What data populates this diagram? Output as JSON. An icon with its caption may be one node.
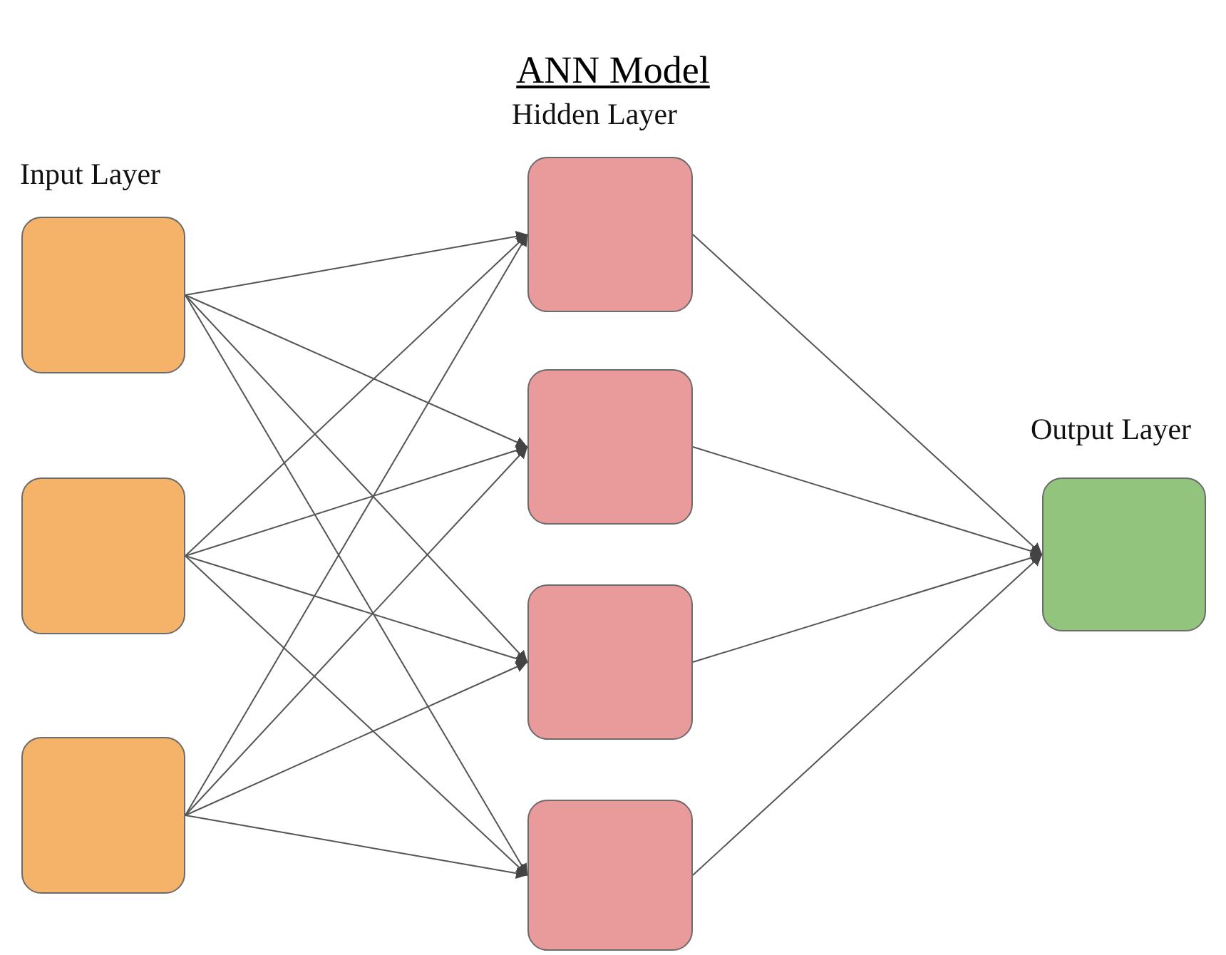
{
  "diagram": {
    "title": "ANN Model",
    "nodes": [
      {
        "text": [],
        "shape": "box"
      },
      {
        "text": [],
        "shape": "box"
      },
      {
        "text": [],
        "shape": "box"
      },
      {
        "text": [],
        "shape": "box"
      },
      {
        "text": [],
        "shape": "box"
      },
      {
        "text": [],
        "shape": "box"
      },
      {
        "text": [],
        "shape": "box"
      },
      {
        "text": [],
        "shape": "box"
      }
    ],
    "edges": [
      {
        "from": 0,
        "to": 3,
        "arrow": "to"
      },
      {
        "from": 0,
        "to": 4,
        "arrow": "to"
      },
      {
        "from": 0,
        "to": 5,
        "arrow": "to"
      },
      {
        "from": 0,
        "to": 6,
        "arrow": "to"
      },
      {
        "from": 1,
        "to": 3,
        "arrow": "to"
      },
      {
        "from": 1,
        "to": 4,
        "arrow": "to"
      },
      {
        "from": 1,
        "to": 5,
        "arrow": "to"
      },
      {
        "from": 1,
        "to": 6,
        "arrow": "to"
      },
      {
        "from": 2,
        "to": 3,
        "arrow": "to"
      },
      {
        "from": 2,
        "to": 4,
        "arrow": "to"
      },
      {
        "from": 2,
        "to": 5,
        "arrow": "to"
      },
      {
        "from": 2,
        "to": 6,
        "arrow": "to"
      },
      {
        "from": 3,
        "to": 7,
        "arrow": "to"
      },
      {
        "from": 4,
        "to": 7,
        "arrow": "to"
      },
      {
        "from": 5,
        "to": 7,
        "arrow": "to"
      },
      {
        "from": 6,
        "to": 7,
        "arrow": "to"
      }
    ],
    "labels": [
      "Hidden Layer",
      "Input Layer",
      "Output Layer"
    ]
  }
}
